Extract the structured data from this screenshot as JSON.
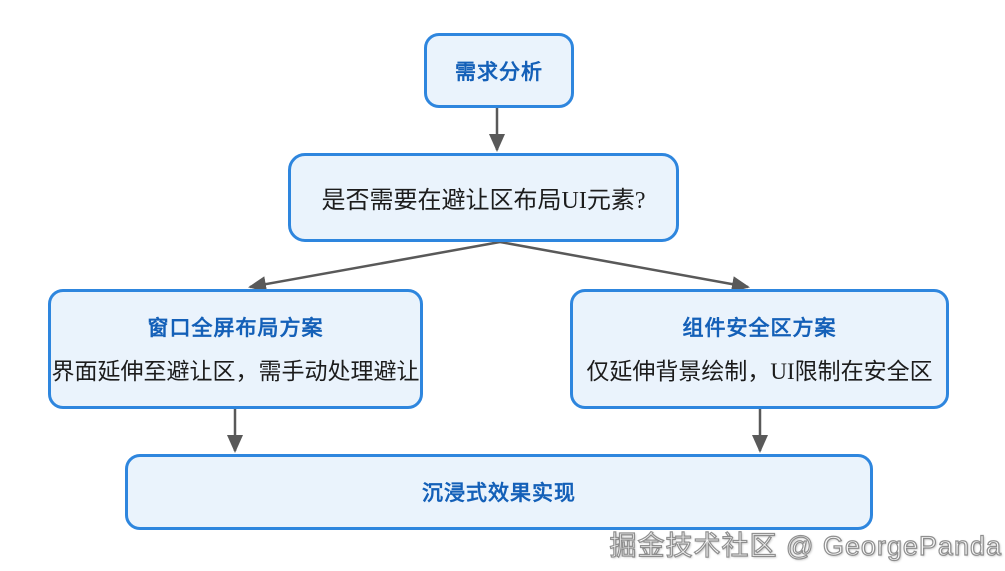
{
  "diagram": {
    "type": "flowchart",
    "nodes": {
      "requirements": {
        "label": "需求分析"
      },
      "decision": {
        "label": "是否需要在避让区布局UI元素?"
      },
      "fullscreen_plan": {
        "title": "窗口全屏布局方案",
        "desc": "界面延伸至避让区，需手动处理避让"
      },
      "safe_area_plan": {
        "title": "组件安全区方案",
        "desc": "仅延伸背景绘制，UI限制在安全区"
      },
      "immersive_result": {
        "label": "沉浸式效果实现"
      }
    },
    "connections": [
      {
        "from": "requirements",
        "to": "decision"
      },
      {
        "from": "decision",
        "to": "fullscreen_plan"
      },
      {
        "from": "decision",
        "to": "safe_area_plan"
      },
      {
        "from": "fullscreen_plan",
        "to": "immersive_result"
      },
      {
        "from": "safe_area_plan",
        "to": "immersive_result"
      }
    ],
    "colors": {
      "node_border": "#2E86DE",
      "node_fill": "#EAF3FC",
      "title_text": "#1460B8",
      "body_text": "#1C1C1C",
      "arrow": "#595959",
      "background": "#FFFFFF"
    }
  },
  "watermark": "掘金技术社区 @ GeorgePanda"
}
